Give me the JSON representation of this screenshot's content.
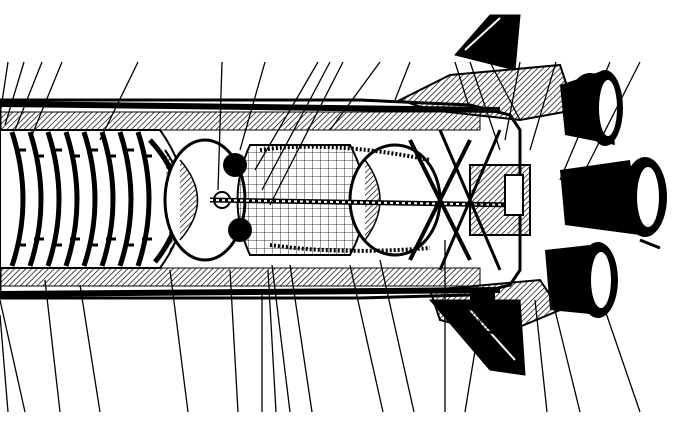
{
  "figure": {
    "caption": "",
    "ink_color": "#000000",
    "paper_color": "#ffffff",
    "subject": "rocket-stage-cutaway"
  },
  "leader_lines": {
    "top_count": 19,
    "bottom_count": 17
  }
}
